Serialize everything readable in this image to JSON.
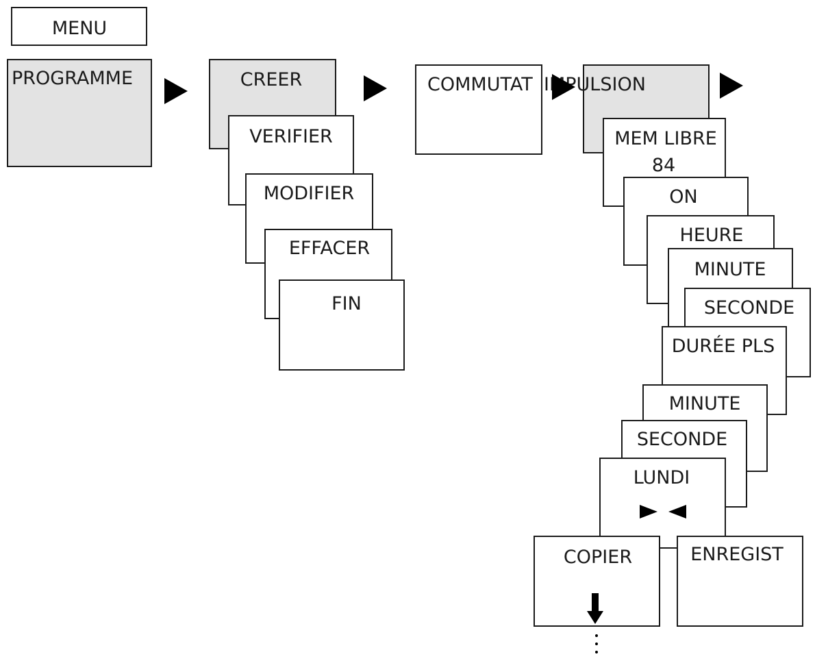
{
  "menu": {
    "title": "MENU",
    "programme": "PROGRAMME"
  },
  "programme_menu": {
    "creer": "CREER",
    "verifier": "VERIFIER",
    "modifier": "MODIFIER",
    "effacer": "EFFACER",
    "fin": "FIN"
  },
  "type_menu": {
    "commutat": "COMMUTAT",
    "impulsion": "IMPULSION"
  },
  "impulsion_steps": {
    "mem_libre": "MEM LIBRE",
    "mem_libre_value": "84",
    "on": "ON",
    "heure": "HEURE",
    "minute_1": "MINUTE",
    "seconde_1": "SECONDE",
    "duree_pls": "DURÉE PLS",
    "minute_2": "MINUTE",
    "seconde_2": "SECONDE",
    "lundi": "LUNDI",
    "copier": "COPIER",
    "enregist": "ENREGIST"
  },
  "colors": {
    "selected_fill": "#e3e3e3",
    "line": "#1a1a1a"
  },
  "icons": [
    "right-arrow-icon",
    "selection-triangles-icon",
    "down-arrow-icon",
    "continuation-dots-icon"
  ]
}
